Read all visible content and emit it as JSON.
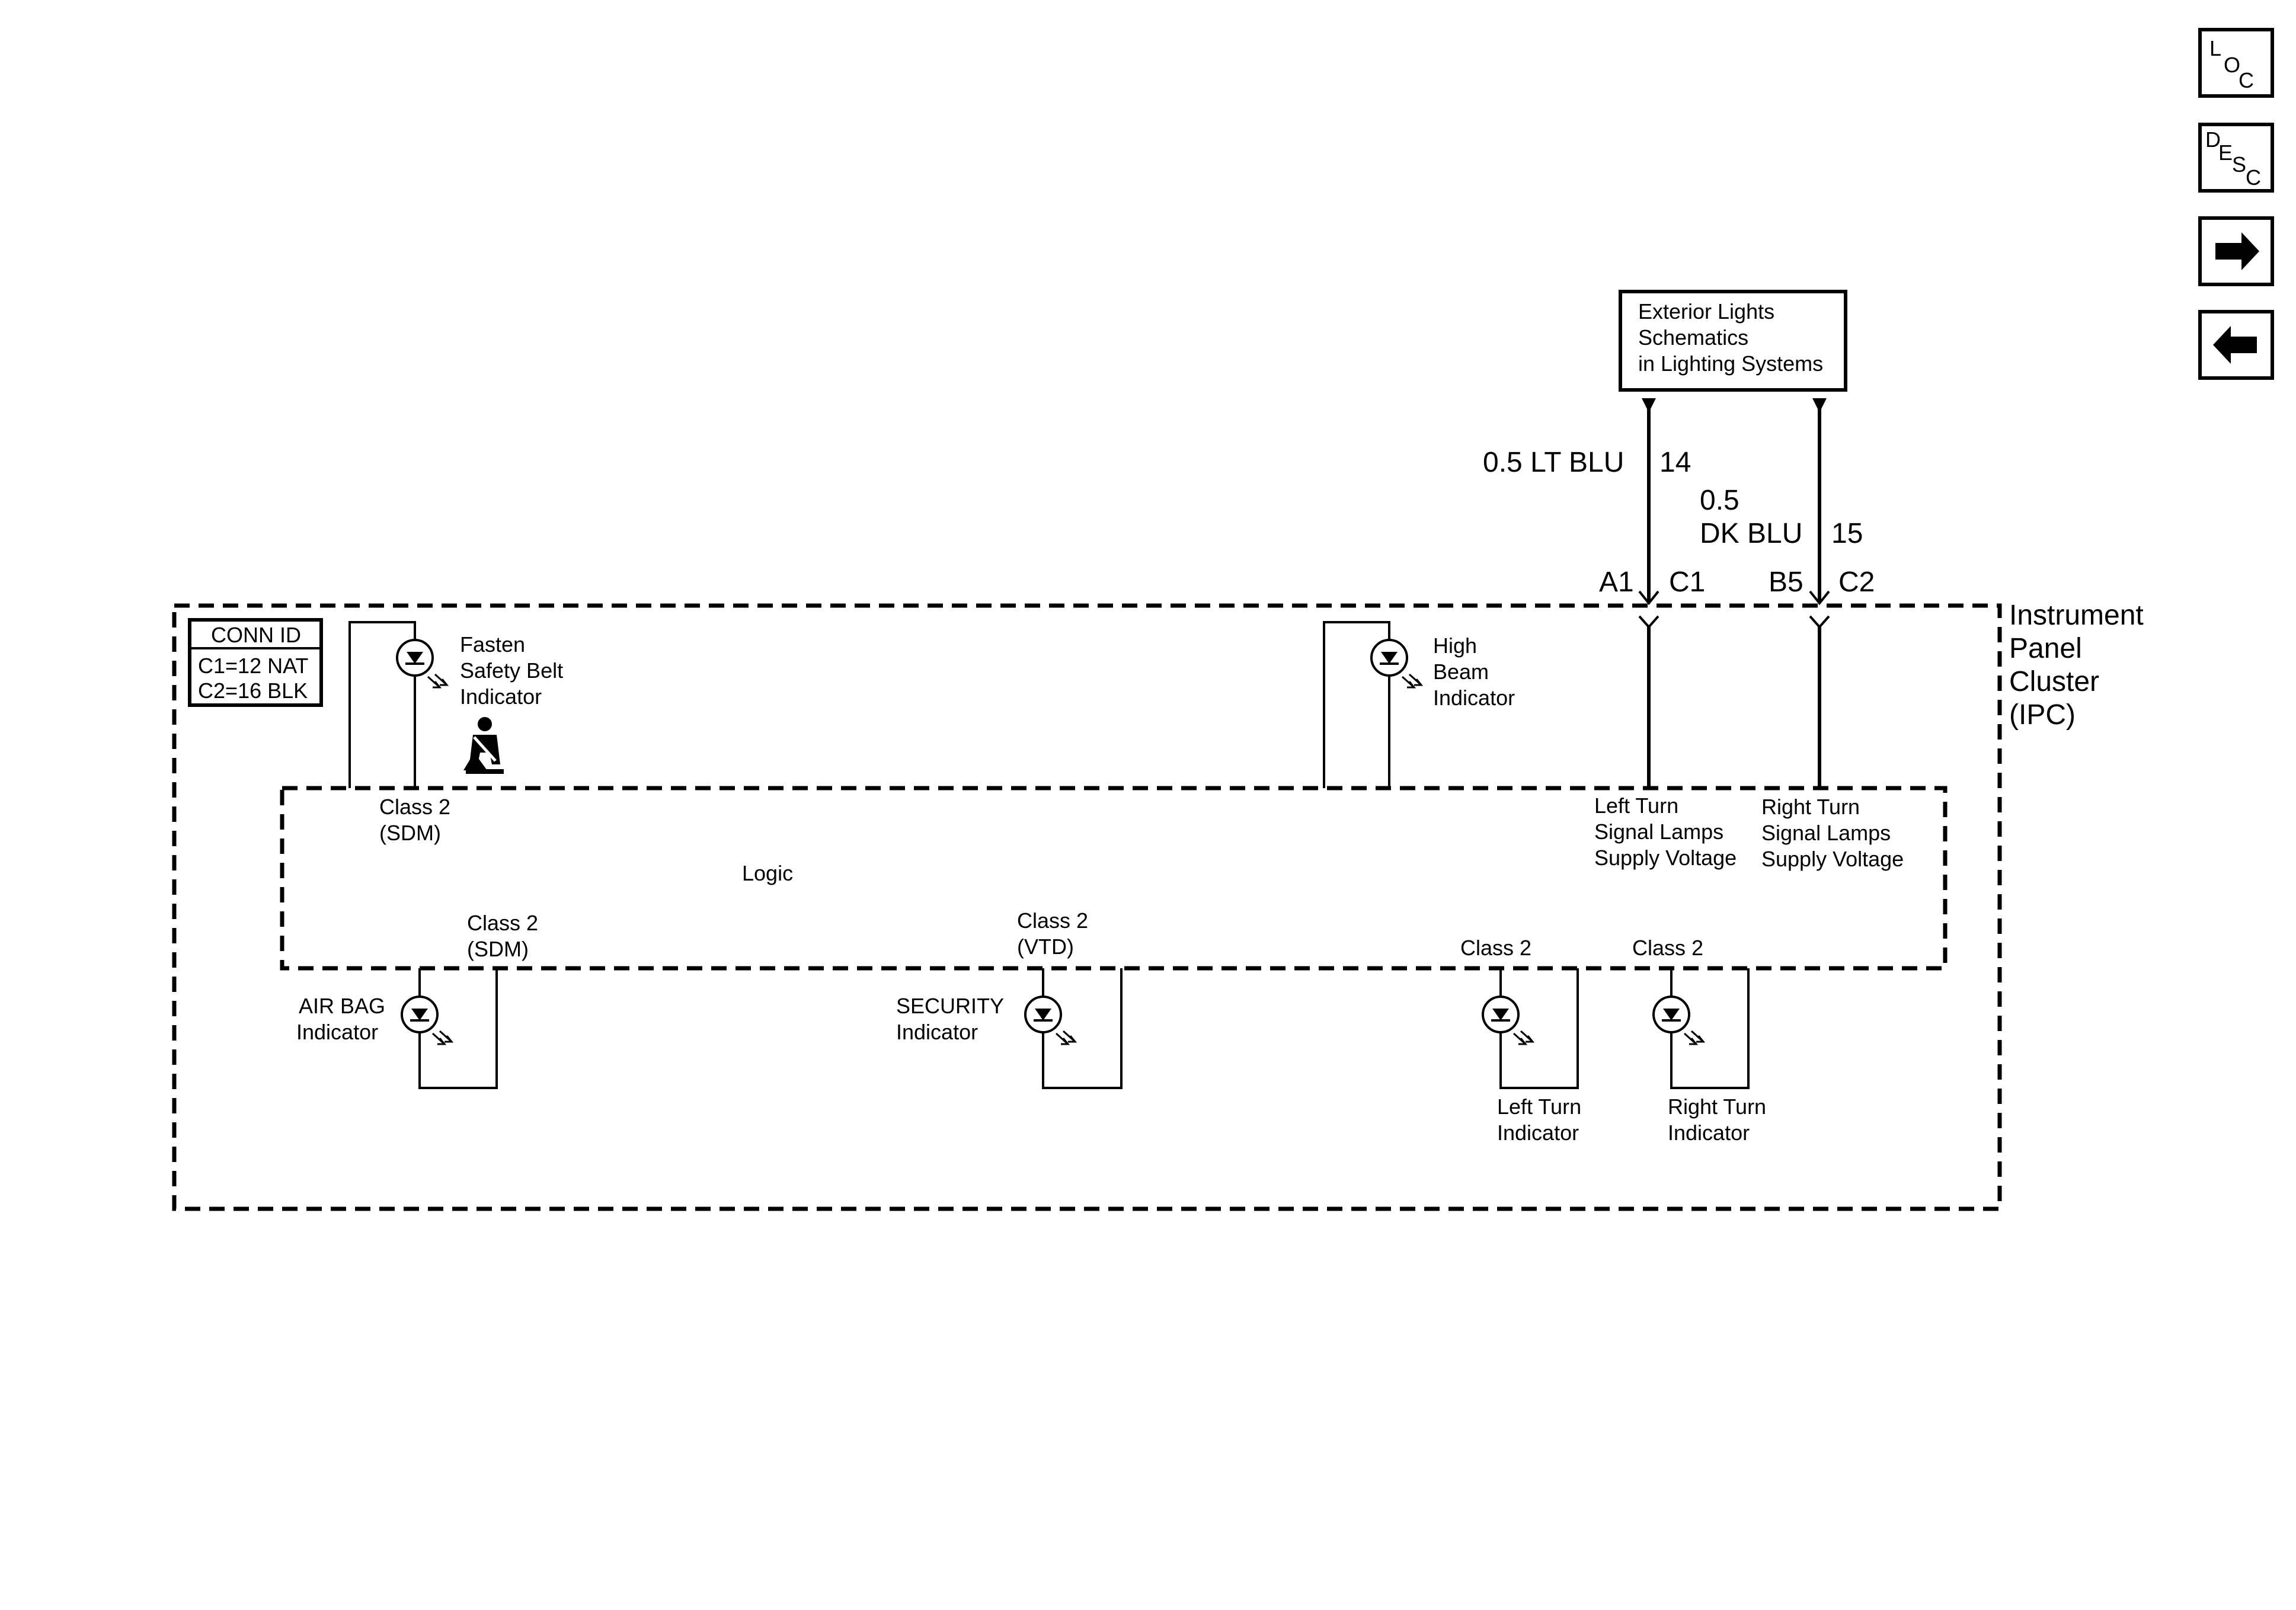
{
  "nav": {
    "loc": {
      "l1": "L",
      "l2": "O",
      "l3": "C"
    },
    "desc": {
      "l1": "D",
      "l2": "E",
      "l3": "S",
      "l4": "C"
    },
    "next_icon": "right-arrow-icon",
    "prev_icon": "left-arrow-icon"
  },
  "exterior_box": {
    "line1": "Exterior Lights",
    "line2": "Schematics",
    "line3": "in Lighting Systems"
  },
  "wires": {
    "left": {
      "gauge_color": "0.5 LT BLU",
      "circuit": "14",
      "pin": "A1",
      "connector": "C1"
    },
    "right": {
      "gauge": "0.5",
      "color": "DK BLU",
      "circuit": "15",
      "pin": "B5",
      "connector": "C2"
    }
  },
  "ipc": {
    "line1": "Instrument",
    "line2": "Panel",
    "line3": "Cluster",
    "line4": "(IPC)"
  },
  "conn_id": {
    "title": "CONN ID",
    "c1": "C1=12 NAT",
    "c2": "C2=16 BLK"
  },
  "logic": {
    "label": "Logic",
    "class2_sdm_top": {
      "l1": "Class 2",
      "l2": "(SDM)"
    },
    "left_supply": {
      "l1": "Left Turn",
      "l2": "Signal Lamps",
      "l3": "Supply Voltage"
    },
    "right_supply": {
      "l1": "Right Turn",
      "l2": "Signal Lamps",
      "l3": "Supply Voltage"
    },
    "class2_sdm_bottom": {
      "l1": "Class 2",
      "l2": "(SDM)"
    },
    "class2_vtd": {
      "l1": "Class 2",
      "l2": "(VTD)"
    },
    "class2_left": "Class 2",
    "class2_right": "Class 2"
  },
  "indicators": {
    "seatbelt": {
      "l1": "Fasten",
      "l2": "Safety Belt",
      "l3": "Indicator",
      "icon": "seatbelt-icon"
    },
    "high_beam": {
      "l1": "High",
      "l2": "Beam",
      "l3": "Indicator"
    },
    "air_bag": {
      "l1": "AIR BAG",
      "l2": "Indicator"
    },
    "security": {
      "l1": "SECURITY",
      "l2": "Indicator"
    },
    "left_turn": {
      "l1": "Left Turn",
      "l2": "Indicator"
    },
    "right_turn": {
      "l1": "Right Turn",
      "l2": "Indicator"
    }
  }
}
